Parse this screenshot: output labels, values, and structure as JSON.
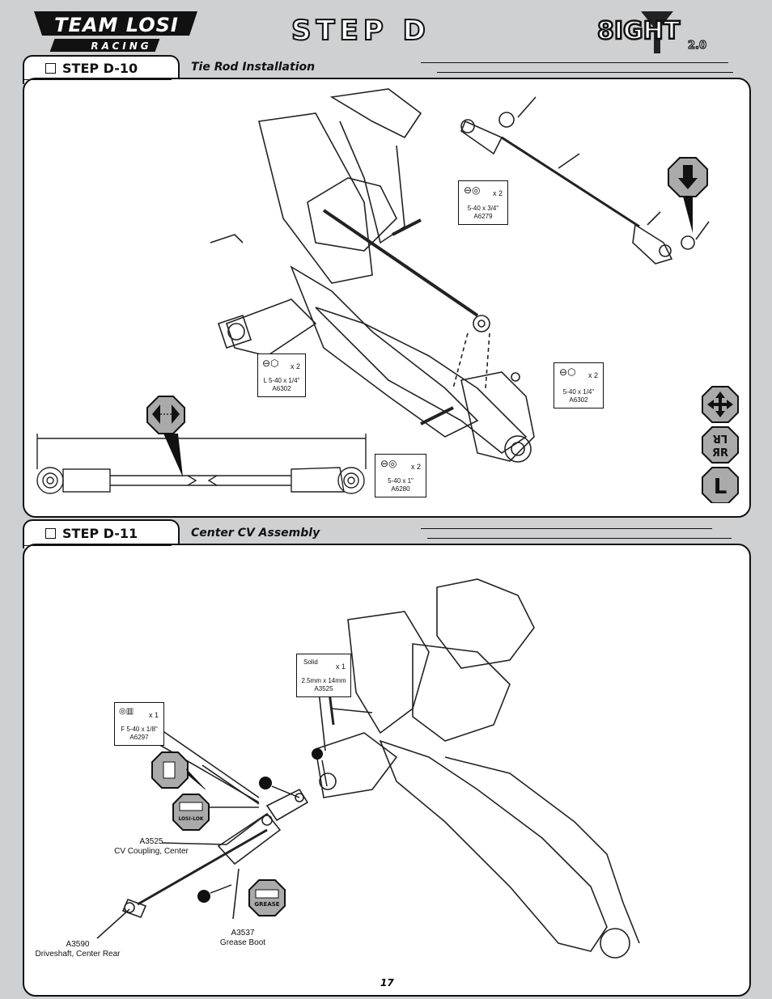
{
  "header": {
    "brand_top": "TEAM LOSI",
    "brand_bottom": "RACING",
    "title": "STEP D",
    "product": "8IGHT",
    "product_version": "2.0"
  },
  "step_d10": {
    "label": "STEP D-10",
    "subtitle": "Tie Rod Installation",
    "callouts": [
      {
        "qty": "x 2",
        "size": "5-40 x 3/4\"",
        "part": "A6279"
      },
      {
        "qty": "x 2",
        "size": "L 5-40 x 1/4\"",
        "part": "A6302"
      },
      {
        "qty": "x 2",
        "size": "5-40 x 1/4\"",
        "part": "A6302"
      },
      {
        "qty": "x 2",
        "size": "5-40 x 1\"",
        "part": "A6280"
      }
    ]
  },
  "step_d11": {
    "label": "STEP D-11",
    "subtitle": "Center CV Assembly",
    "callouts": [
      {
        "head": "Solid",
        "qty": "x 1",
        "size": "2.5mm x 14mm",
        "part": "A3525"
      },
      {
        "qty": "x 1",
        "size": "F 5-40 x 1/8\"",
        "part": "A6297"
      }
    ],
    "labels": {
      "coupling_part": "A3525",
      "coupling_name": "CV Coupling, Center",
      "boot_part": "A3537",
      "boot_name": "Grease Boot",
      "driveshaft_part": "A3590",
      "driveshaft_name": "Driveshaft, Center Rear",
      "losilok": "LOSI-LOK",
      "grease": "GREASE"
    }
  },
  "footer": {
    "page": "17"
  }
}
